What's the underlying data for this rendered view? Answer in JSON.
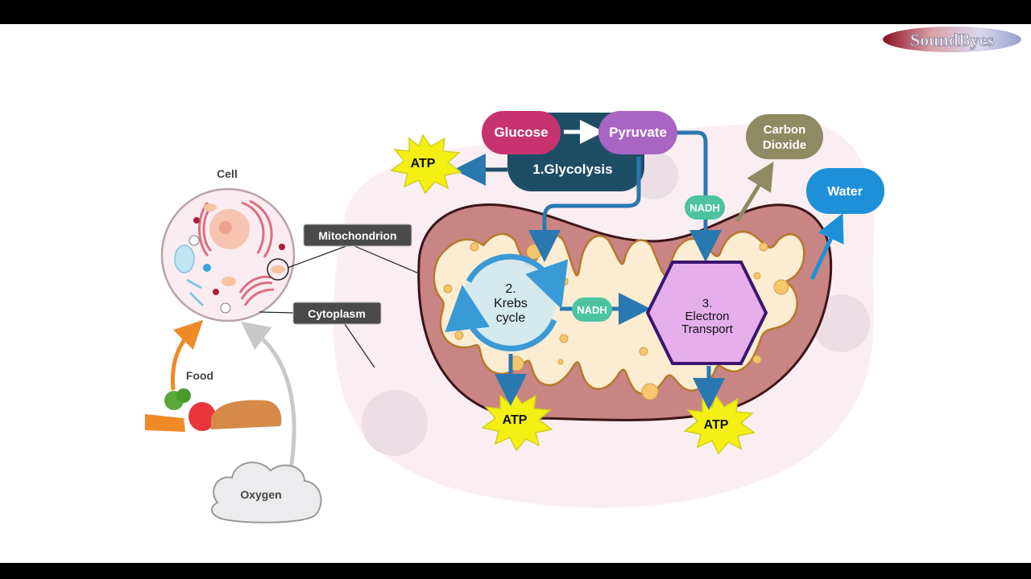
{
  "logo": {
    "text": "SoundByes"
  },
  "cell": {
    "title": "Cell",
    "labels": {
      "mitochondrion": "Mitochondrion",
      "cytoplasm": "Cytoplasm"
    }
  },
  "inputs": {
    "food": "Food",
    "oxygen": "Oxygen"
  },
  "glycolysis": {
    "stage_label": "1.Glycolysis",
    "glucose": "Glucose",
    "pyruvate": "Pyruvate",
    "atp": "ATP"
  },
  "krebs": {
    "number": "2.",
    "line1": "Krebs",
    "line2": "cycle",
    "atp": "ATP"
  },
  "electron_transport": {
    "number": "3.",
    "line1": "Electron",
    "line2": "Transport",
    "atp": "ATP"
  },
  "carriers": {
    "nadh_top": "NADH",
    "nadh_middle": "NADH"
  },
  "outputs": {
    "carbon_dioxide_line1": "Carbon",
    "carbon_dioxide_line2": "Dioxide",
    "water": "Water"
  },
  "colors": {
    "glucose": "#c7336f",
    "pyruvate": "#a865c4",
    "glycolysis_box": "#1e4e66",
    "arrow_blue": "#2a78b0",
    "atp_burst": "#f4f014",
    "nadh": "#4cc4a2",
    "carbon_dioxide": "#8e8a62",
    "water": "#1e90d8",
    "mito_outer": "#c98484",
    "mito_inner": "#fbecd2",
    "krebs_fill": "#cdeaf5",
    "krebs_ring": "#3a9ad6",
    "et_fill": "#e3a8ee",
    "et_border": "#3a1670",
    "label_tag": "#4a4a4a",
    "food_arrow": "#ef8a28",
    "oxygen_arrow": "#c8c8c8"
  }
}
